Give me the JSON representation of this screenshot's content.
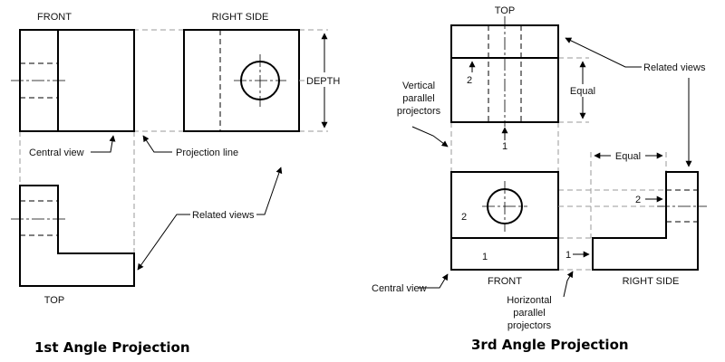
{
  "first_angle": {
    "caption": "1st Angle Projection",
    "view_front": "FRONT",
    "view_right_side": "RIGHT SIDE",
    "view_top": "TOP",
    "label_depth": "DEPTH",
    "label_central_view": "Central view",
    "label_projection_line": "Projection line",
    "label_related_views": "Related views"
  },
  "third_angle": {
    "caption": "3rd Angle Projection",
    "view_top": "TOP",
    "view_front": "FRONT",
    "view_right_side": "RIGHT SIDE",
    "label_related_views": "Related views",
    "label_vertical_line1": "Vertical",
    "label_vertical_line2": "parallel",
    "label_vertical_line3": "projectors",
    "label_equal_vertical": "Equal",
    "label_equal_horizontal": "Equal",
    "label_central_view": "Central view",
    "label_horizontal_line1": "Horizontal",
    "label_horizontal_line2": "parallel",
    "label_horizontal_line3": "projectors",
    "marker_1": "1",
    "marker_2": "2"
  },
  "colors": {
    "object_line": "#000000",
    "projection_line": "#9a9a9a",
    "background": "#ffffff"
  }
}
